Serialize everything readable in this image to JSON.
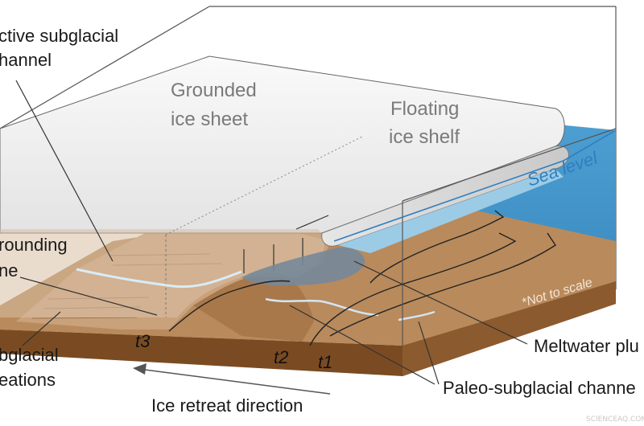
{
  "labels": {
    "active_channel_1": "ctive subglacial",
    "active_channel_2": "hannel",
    "grounded_1": "Grounded",
    "grounded_2": "ice sheet",
    "floating_1": "Floating",
    "floating_2": "ice shelf",
    "sea_level": "Sea level",
    "grounding_1": "rounding",
    "grounding_2": "ne",
    "not_to_scale": "*Not to scale",
    "subglacial_1": "bglacial",
    "subglacial_2": "eations",
    "t3": "t3",
    "t2": "t2",
    "t1": "t1",
    "meltwater": "Meltwater plu",
    "paleo": "Paleo-subglacial channe",
    "retreat": "Ice retreat direction",
    "watermark": "SCIENCEAQ.COM"
  },
  "colors": {
    "water": "#5aa6d6",
    "water_light": "#9cc9e6",
    "seabed": "#b8895a",
    "seabed_dark": "#7a4b22",
    "ice": "#f4f4f4",
    "meltwater_plume": "#6e7f8e"
  }
}
